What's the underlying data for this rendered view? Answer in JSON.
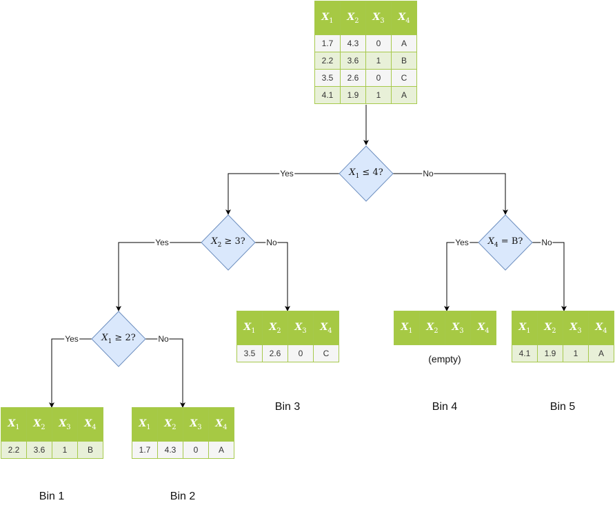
{
  "columns": [
    "X1",
    "X2",
    "X3",
    "X4"
  ],
  "column_symbols": [
    {
      "base": "X",
      "sub": "1"
    },
    {
      "base": "X",
      "sub": "2"
    },
    {
      "base": "X",
      "sub": "3"
    },
    {
      "base": "X",
      "sub": "4"
    }
  ],
  "root_table": {
    "rows": [
      [
        "1.7",
        "4.3",
        "0",
        "A"
      ],
      [
        "2.2",
        "3.6",
        "1",
        "B"
      ],
      [
        "3.5",
        "2.6",
        "0",
        "C"
      ],
      [
        "4.1",
        "1.9",
        "1",
        "A"
      ]
    ]
  },
  "decisions": {
    "root": {
      "var": "X",
      "sub": "1",
      "rest": " ≤ 4?"
    },
    "left": {
      "var": "X",
      "sub": "2",
      "rest": " ≥ 3?"
    },
    "left_left": {
      "var": "X",
      "sub": "1",
      "rest": " ≥ 2?"
    },
    "right": {
      "var": "X",
      "sub": "4",
      "rest": " = B?"
    }
  },
  "edge_labels": {
    "yes": "Yes",
    "no": "No"
  },
  "bins": [
    {
      "label": "Bin 1",
      "rows": [
        [
          "2.2",
          "3.6",
          "1",
          "B"
        ]
      ]
    },
    {
      "label": "Bin 2",
      "rows": [
        [
          "1.7",
          "4.3",
          "0",
          "A"
        ]
      ]
    },
    {
      "label": "Bin 3",
      "rows": [
        [
          "3.5",
          "2.6",
          "0",
          "C"
        ]
      ]
    },
    {
      "label": "Bin 4",
      "rows": [],
      "empty_text": "(empty)"
    },
    {
      "label": "Bin 5",
      "rows": [
        [
          "4.1",
          "1.9",
          "1",
          "A"
        ]
      ]
    }
  ],
  "colors": {
    "header_green": "#a6c944",
    "row_light": "#f5f5f5",
    "row_green": "#e8f0d8",
    "diamond_fill": "#dae8fc",
    "diamond_stroke": "#6c8ebf"
  }
}
